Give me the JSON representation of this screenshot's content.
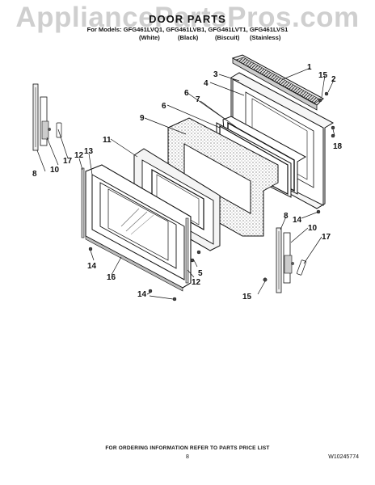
{
  "watermark": "AppliancePartsPros.com",
  "header": {
    "title": "DOOR PARTS",
    "models_line": "For Models: GFG461LVQ1, GFG461LVB1, GFG461LVT1, GFG461LVS1",
    "colors": [
      "(White)",
      "(Black)",
      "(Biscuit)",
      "(Stainless)"
    ]
  },
  "callouts": [
    "1",
    "2",
    "3",
    "4",
    "5",
    "6",
    "6",
    "7",
    "8",
    "8",
    "9",
    "10",
    "10",
    "11",
    "12",
    "12",
    "13",
    "14",
    "14",
    "14",
    "15",
    "15",
    "16",
    "17",
    "17",
    "18"
  ],
  "footer": {
    "ordering_note": "FOR ORDERING INFORMATION REFER TO PARTS PRICE LIST",
    "page_number": "8",
    "doc_number": "W10245774"
  }
}
